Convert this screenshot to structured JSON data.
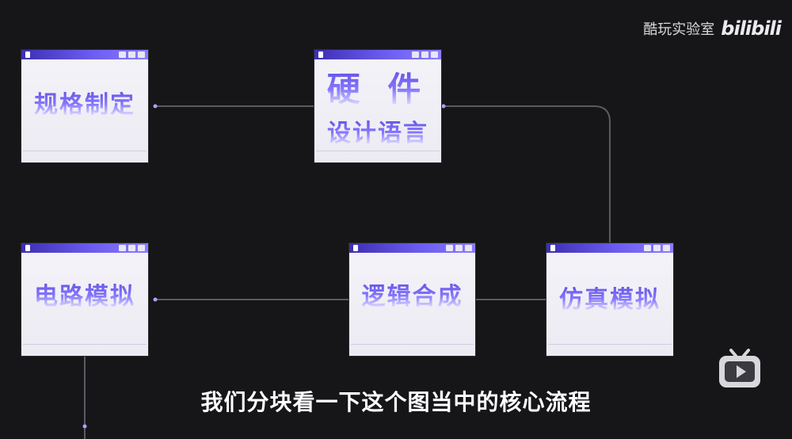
{
  "channel": {
    "name": "酷玩实验室",
    "logo_text": "bilibili"
  },
  "subtitle": "我们分块看一下这个图当中的核心流程",
  "nodes": {
    "spec": {
      "label": "规格制定"
    },
    "hdl": {
      "label_line1": "硬 件",
      "label_line2": "设计语言"
    },
    "circuit_sim": {
      "label": "电路模拟"
    },
    "logic_synth": {
      "label": "逻辑合成"
    },
    "sim": {
      "label": "仿真模拟"
    }
  },
  "colors": {
    "accent": "#6b5cf0",
    "background": "#161618",
    "connector": "#5a5a62"
  },
  "icons": {
    "video_overlay": "tv-play-icon"
  }
}
